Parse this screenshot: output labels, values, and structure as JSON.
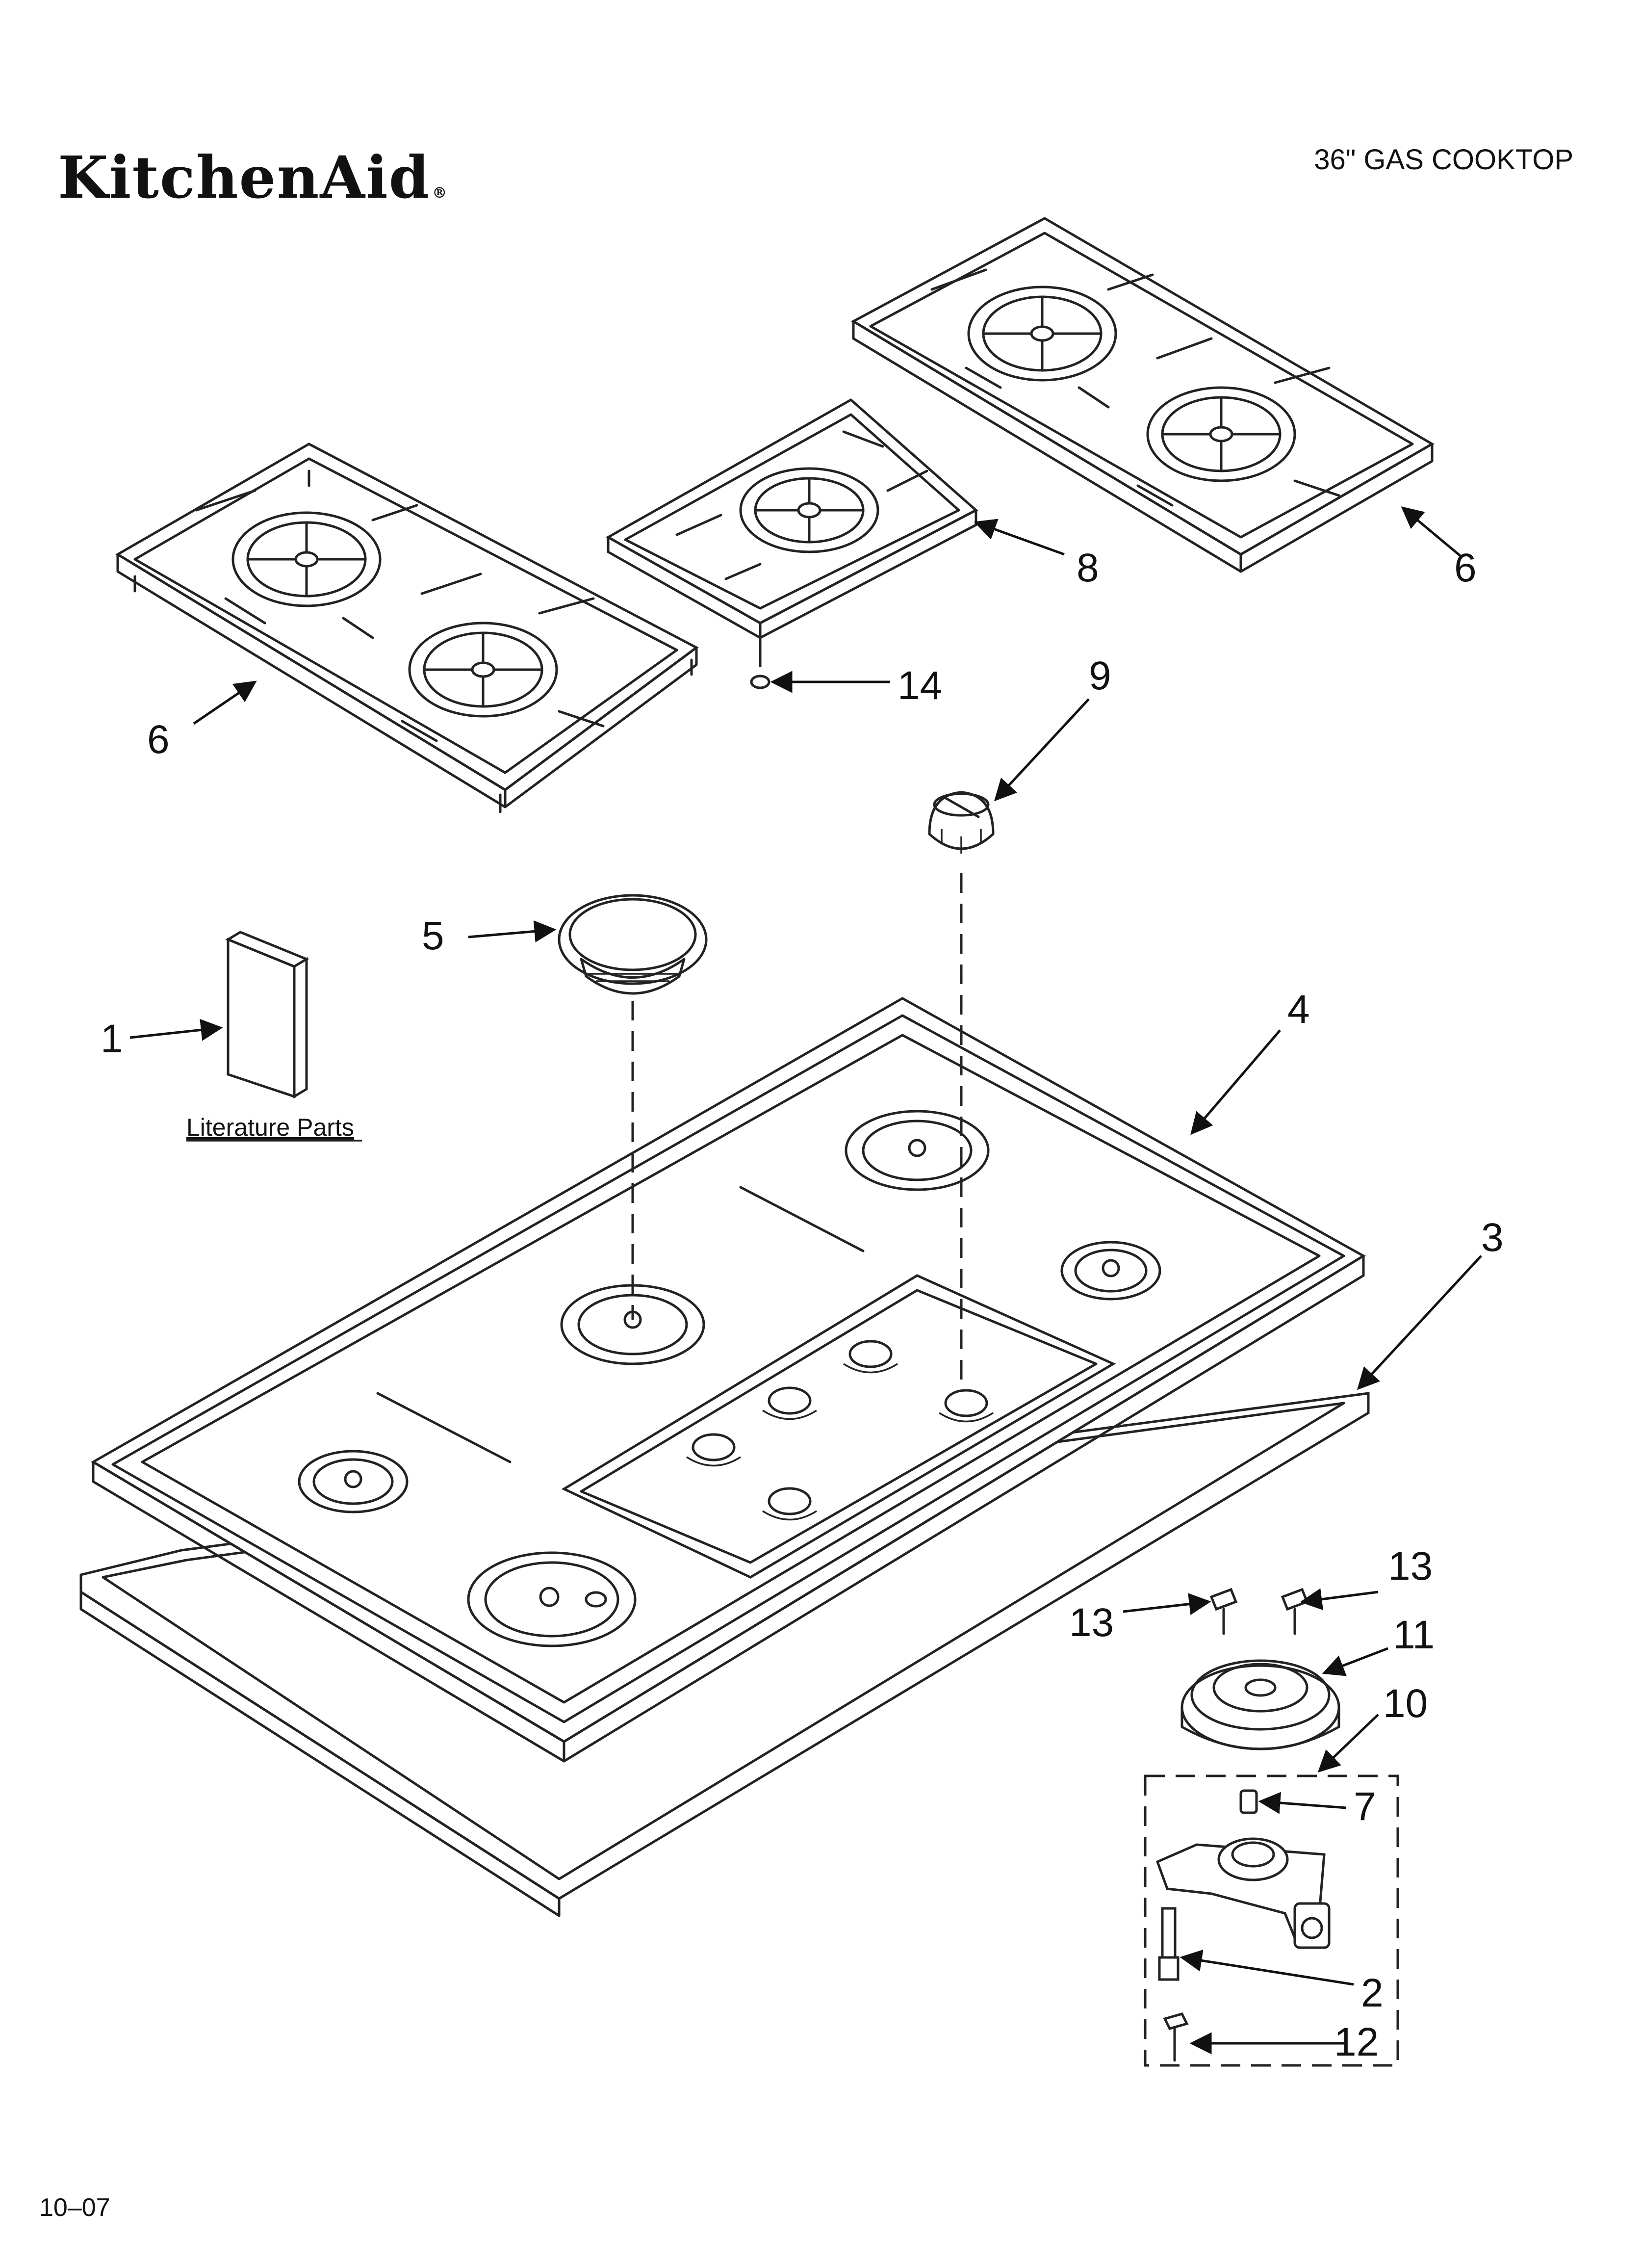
{
  "header": {
    "brand": "KitchenAid",
    "brand_mark": "®",
    "title": "36\" GAS COOKTOP"
  },
  "footer": {
    "code": "10–07"
  },
  "callouts": {
    "c1": "1",
    "c2": "2",
    "c3": "3",
    "c4": "4",
    "c5": "5",
    "c6a": "6",
    "c6b": "6",
    "c7": "7",
    "c8": "8",
    "c9": "9",
    "c10": "10",
    "c11": "11",
    "c12": "12",
    "c13a": "13",
    "c13b": "13",
    "c14": "14"
  },
  "literature_label": "Literature Parts",
  "colors": {
    "line": "#222222",
    "background": "#ffffff"
  }
}
